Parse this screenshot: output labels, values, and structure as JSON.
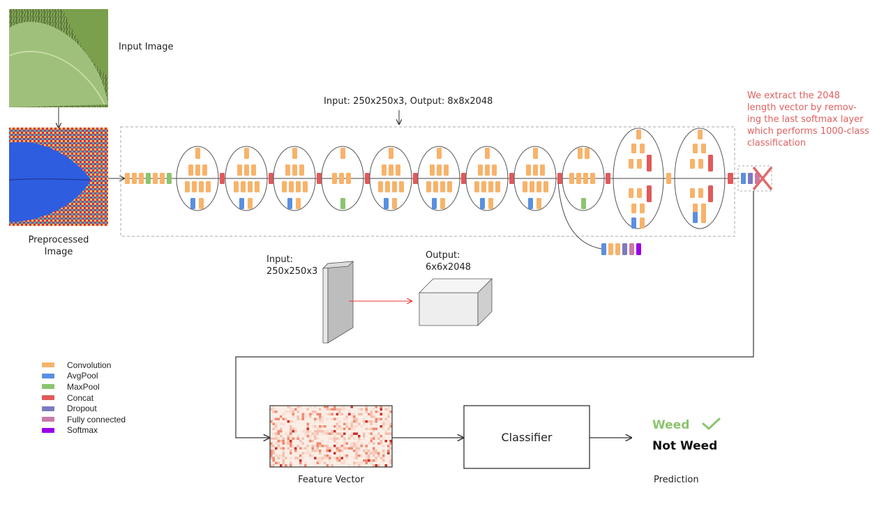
{
  "labels": {
    "input_image": "Input Image",
    "preprocessed_image": "Preprocessed\nImage",
    "network_io": "Input: 250x250x3, Output: 8x8x2048",
    "block_input": "Input:\n250x250x3",
    "block_output": "Output:\n6x6x2048",
    "feature_vector": "Feature Vector",
    "classifier": "Classifier",
    "prediction": "Prediction",
    "pred_weed": "Weed",
    "pred_not_weed": "Not Weed"
  },
  "note": "We extract the 2048 length vector by remov-ing the last softmax layer which performs 1000-class classification",
  "legend": [
    {
      "label": "Convolution",
      "color": "#f7b36b"
    },
    {
      "label": "AvgPool",
      "color": "#5b8fe0"
    },
    {
      "label": "MaxPool",
      "color": "#8cc46e"
    },
    {
      "label": "Concat",
      "color": "#e05a5a"
    },
    {
      "label": "Dropout",
      "color": "#7b7bc0"
    },
    {
      "label": "Fully connected",
      "color": "#c97aa8"
    },
    {
      "label": "Softmax",
      "color": "#9b00e8"
    }
  ],
  "colors": {
    "note": "#e06060",
    "weed": "#8cc46e",
    "cross": "#e06a6a"
  },
  "icons": [
    "check-icon",
    "cross-icon",
    "arrow-icon"
  ]
}
